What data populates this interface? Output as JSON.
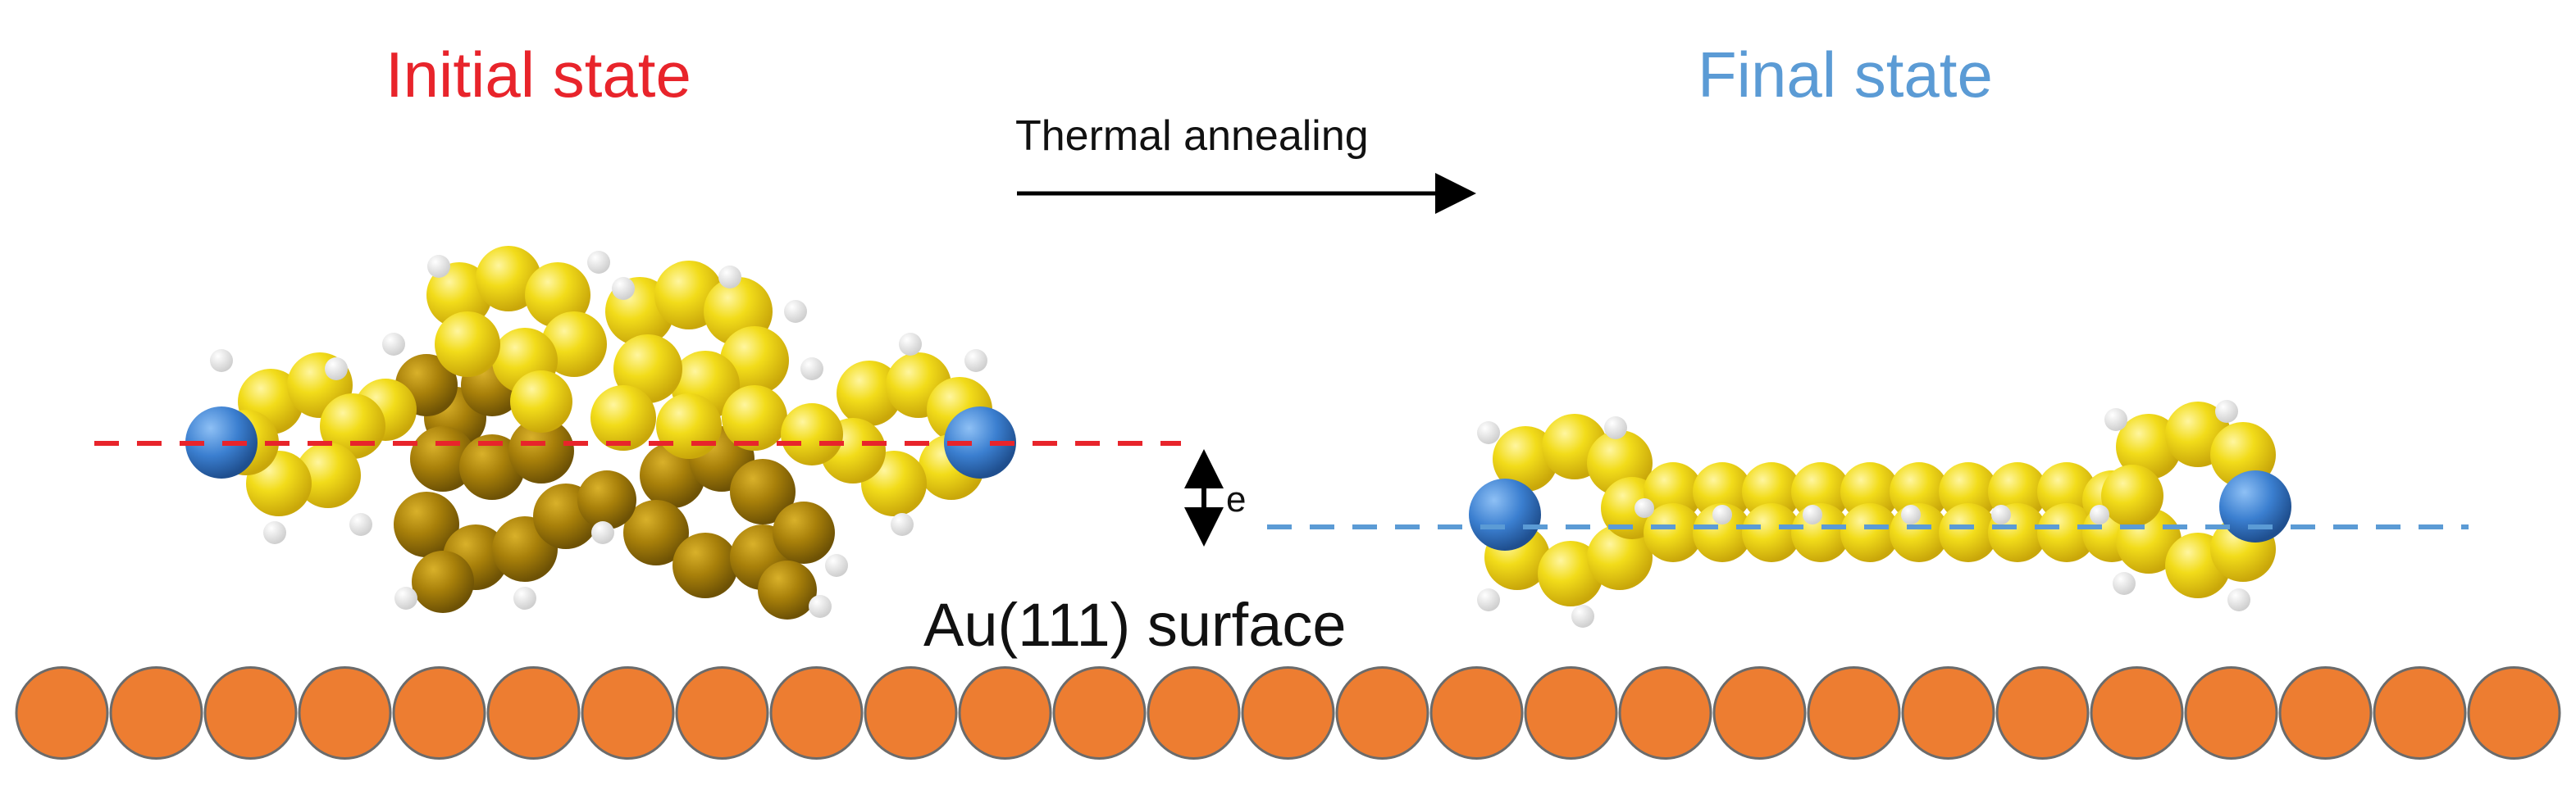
{
  "labels": {
    "initial_state": "Initial state",
    "final_state": "Final state",
    "process": "Thermal annealing",
    "surface": "Au(111) surface",
    "height": "e"
  },
  "colors": {
    "initial": "#e8242b",
    "final": "#5b9bd5",
    "gold_atom": "#ed7d31",
    "gold_atom_stroke": "#6b6b6b",
    "carbon_light": "#f2dc1a",
    "carbon_dark": "#b58c0a",
    "nitrogen": "#3b7fd0",
    "hydrogen": "#f4f4f4",
    "arrow": "#000000"
  },
  "surface": {
    "atom_count": 27
  }
}
